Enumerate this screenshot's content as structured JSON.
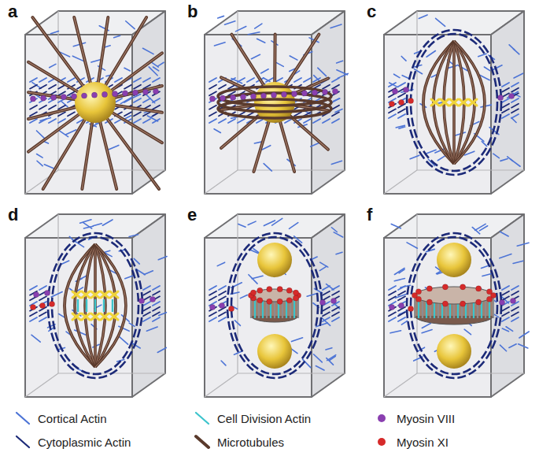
{
  "diagram": {
    "nodes": [
      {
        "text": [
          "a"
        ]
      },
      {
        "text": [
          "b"
        ]
      },
      {
        "text": [
          "c"
        ]
      },
      {
        "text": [
          "d"
        ]
      },
      {
        "text": [
          "e"
        ]
      },
      {
        "text": [
          "f"
        ]
      }
    ],
    "legend": [
      {
        "text": "Cortical Actin"
      },
      {
        "text": "Cell Division Actin"
      },
      {
        "text": "Myosin VIII",
        "color": "#8a3fb0"
      },
      {
        "text": "Cytoplasmic Actin"
      },
      {
        "text": "Microtubules"
      },
      {
        "text": "Myosin XI",
        "color": "#d62a2a"
      }
    ]
  }
}
